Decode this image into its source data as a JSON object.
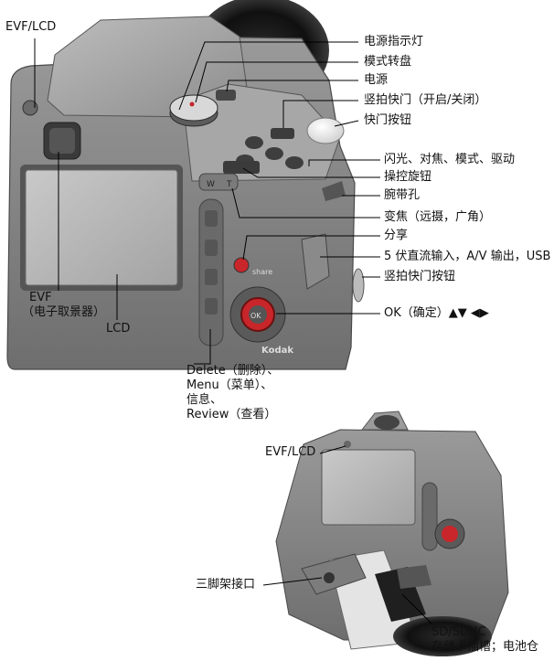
{
  "labels": {
    "evf_lcd_top": "EVF/LCD",
    "power_indicator": "电源指示灯",
    "mode_dial": "模式转盘",
    "power": "电源",
    "vertical_shutter_switch": "竖拍快门（开启/关闭）",
    "shutter_button": "快门按钮",
    "flash_focus_mode_drive": "闪光、对焦、模式、驱动",
    "control_dial": "操控旋钮",
    "strap_eyelet": "腕带孔",
    "zoom": "变焦（远摄，广角）",
    "share": "分享",
    "dc_av_usb": "5 伏直流输入，A/V 输出，USB",
    "vertical_shutter_button": "竖拍快门按钮",
    "ok_line": "OK（确定）▲▼ ◀▶",
    "evf_line1": "EVF",
    "evf_line2": "（电子取景器）",
    "lcd": "LCD",
    "buttons_line1": "Delete（删除）、",
    "buttons_line2": "Menu（菜单）、",
    "buttons_line3": "信息、",
    "buttons_line4": "Review（查看）",
    "evf_lcd_bottom": "EVF/LCD",
    "tripod_socket": "三脚架接口",
    "sd_line1": "SD/SDHC",
    "sd_line2": "存储卡插槽；电池仓"
  },
  "camera": {
    "brand": "Kodak",
    "share_text": "share",
    "ok_text": "OK",
    "zoom_w": "W",
    "zoom_t": "T"
  },
  "colors": {
    "body_gray": "#8a8a8a",
    "screen_gray": "#b8b8b8",
    "accent_red": "#c8262a"
  }
}
